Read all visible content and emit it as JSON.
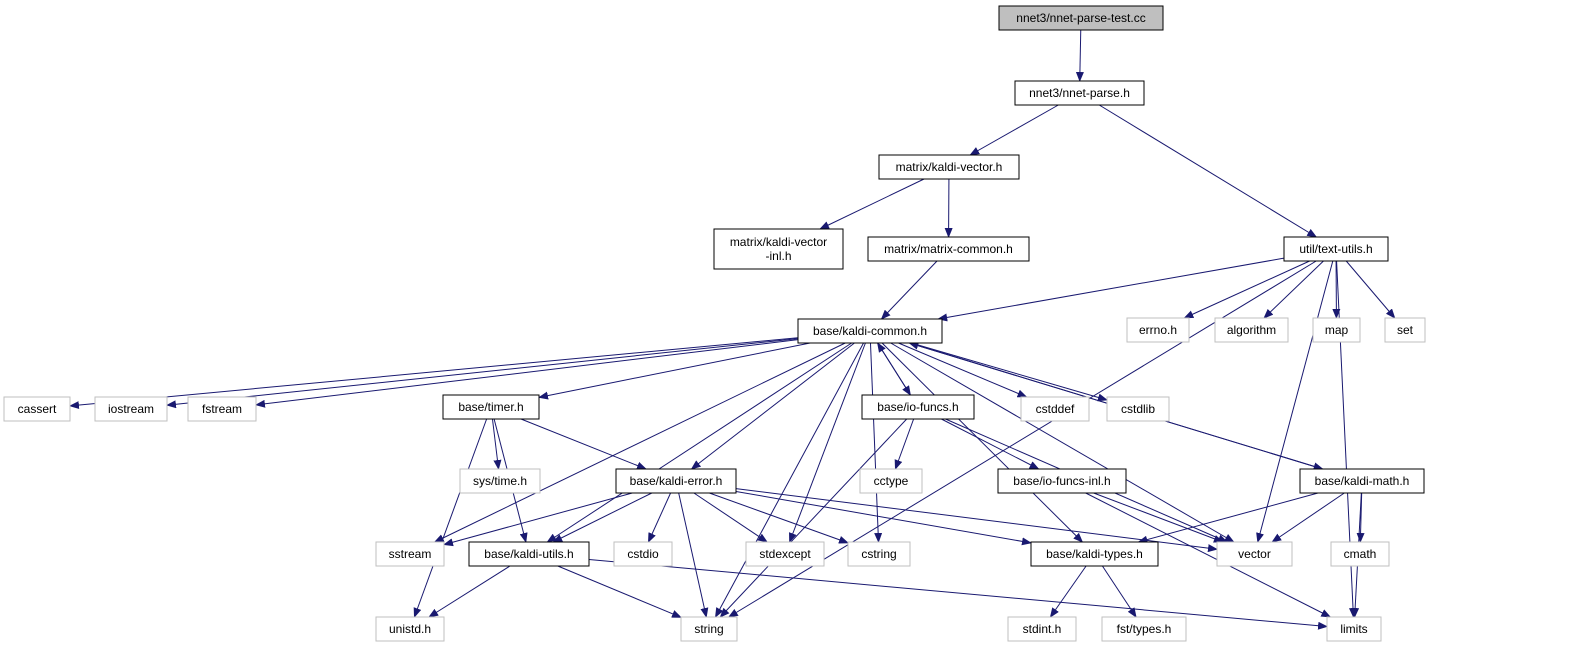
{
  "graph": {
    "edge_color": "#191970",
    "root_fill": "#bfbfbf",
    "internal_stroke": "#000000",
    "external_stroke": "#bfbfbf",
    "nodes": [
      {
        "id": "root",
        "lines": [
          "nnet3/nnet-parse-test.cc"
        ],
        "kind": "root"
      },
      {
        "id": "nnet_parse",
        "lines": [
          "nnet3/nnet-parse.h"
        ],
        "kind": "internal"
      },
      {
        "id": "kaldi_vector",
        "lines": [
          "matrix/kaldi-vector.h"
        ],
        "kind": "internal"
      },
      {
        "id": "text_utils",
        "lines": [
          "util/text-utils.h"
        ],
        "kind": "internal"
      },
      {
        "id": "kaldi_vector_inl",
        "lines": [
          "matrix/kaldi-vector",
          "-inl.h"
        ],
        "kind": "internal"
      },
      {
        "id": "matrix_common",
        "lines": [
          "matrix/matrix-common.h"
        ],
        "kind": "internal"
      },
      {
        "id": "kaldi_common",
        "lines": [
          "base/kaldi-common.h"
        ],
        "kind": "internal"
      },
      {
        "id": "errno",
        "lines": [
          "errno.h"
        ],
        "kind": "external"
      },
      {
        "id": "algorithm",
        "lines": [
          "algorithm"
        ],
        "kind": "external"
      },
      {
        "id": "map",
        "lines": [
          "map"
        ],
        "kind": "external"
      },
      {
        "id": "set",
        "lines": [
          "set"
        ],
        "kind": "external"
      },
      {
        "id": "cassert",
        "lines": [
          "cassert"
        ],
        "kind": "external"
      },
      {
        "id": "iostream",
        "lines": [
          "iostream"
        ],
        "kind": "external"
      },
      {
        "id": "fstream",
        "lines": [
          "fstream"
        ],
        "kind": "external"
      },
      {
        "id": "timer",
        "lines": [
          "base/timer.h"
        ],
        "kind": "internal"
      },
      {
        "id": "io_funcs",
        "lines": [
          "base/io-funcs.h"
        ],
        "kind": "internal"
      },
      {
        "id": "cstddef",
        "lines": [
          "cstddef"
        ],
        "kind": "external"
      },
      {
        "id": "cstdlib",
        "lines": [
          "cstdlib"
        ],
        "kind": "external"
      },
      {
        "id": "systime",
        "lines": [
          "sys/time.h"
        ],
        "kind": "external"
      },
      {
        "id": "kaldi_error",
        "lines": [
          "base/kaldi-error.h"
        ],
        "kind": "internal"
      },
      {
        "id": "cctype",
        "lines": [
          "cctype"
        ],
        "kind": "external"
      },
      {
        "id": "io_funcs_inl",
        "lines": [
          "base/io-funcs-inl.h"
        ],
        "kind": "internal"
      },
      {
        "id": "kaldi_math",
        "lines": [
          "base/kaldi-math.h"
        ],
        "kind": "internal"
      },
      {
        "id": "sstream",
        "lines": [
          "sstream"
        ],
        "kind": "external"
      },
      {
        "id": "kaldi_utils",
        "lines": [
          "base/kaldi-utils.h"
        ],
        "kind": "internal"
      },
      {
        "id": "cstdio",
        "lines": [
          "cstdio"
        ],
        "kind": "external"
      },
      {
        "id": "stdexcept",
        "lines": [
          "stdexcept"
        ],
        "kind": "external"
      },
      {
        "id": "cstring",
        "lines": [
          "cstring"
        ],
        "kind": "external"
      },
      {
        "id": "vector",
        "lines": [
          "vector"
        ],
        "kind": "external"
      },
      {
        "id": "kaldi_types",
        "lines": [
          "base/kaldi-types.h"
        ],
        "kind": "internal"
      },
      {
        "id": "cmath",
        "lines": [
          "cmath"
        ],
        "kind": "external"
      },
      {
        "id": "unistd",
        "lines": [
          "unistd.h"
        ],
        "kind": "external"
      },
      {
        "id": "string",
        "lines": [
          "string"
        ],
        "kind": "external"
      },
      {
        "id": "stdint",
        "lines": [
          "stdint.h"
        ],
        "kind": "external"
      },
      {
        "id": "fst_types",
        "lines": [
          "fst/types.h"
        ],
        "kind": "external"
      },
      {
        "id": "limits",
        "lines": [
          "limits"
        ],
        "kind": "external"
      }
    ],
    "edges": [
      [
        "root",
        "nnet_parse"
      ],
      [
        "nnet_parse",
        "kaldi_vector"
      ],
      [
        "nnet_parse",
        "text_utils"
      ],
      [
        "kaldi_vector",
        "kaldi_vector_inl"
      ],
      [
        "kaldi_vector",
        "matrix_common"
      ],
      [
        "matrix_common",
        "kaldi_common"
      ],
      [
        "text_utils",
        "kaldi_common"
      ],
      [
        "text_utils",
        "errno"
      ],
      [
        "text_utils",
        "algorithm"
      ],
      [
        "text_utils",
        "map"
      ],
      [
        "text_utils",
        "set"
      ],
      [
        "text_utils",
        "vector"
      ],
      [
        "text_utils",
        "string"
      ],
      [
        "text_utils",
        "limits"
      ],
      [
        "kaldi_common",
        "cassert"
      ],
      [
        "kaldi_common",
        "iostream"
      ],
      [
        "kaldi_common",
        "fstream"
      ],
      [
        "kaldi_common",
        "timer"
      ],
      [
        "kaldi_common",
        "io_funcs"
      ],
      [
        "kaldi_common",
        "cstddef"
      ],
      [
        "kaldi_common",
        "cstdlib"
      ],
      [
        "kaldi_common",
        "kaldi_error"
      ],
      [
        "kaldi_common",
        "kaldi_utils"
      ],
      [
        "kaldi_common",
        "kaldi_math"
      ],
      [
        "kaldi_common",
        "sstream"
      ],
      [
        "kaldi_common",
        "stdexcept"
      ],
      [
        "kaldi_common",
        "cstring"
      ],
      [
        "kaldi_common",
        "vector"
      ],
      [
        "kaldi_common",
        "kaldi_types"
      ],
      [
        "kaldi_common",
        "string"
      ],
      [
        "timer",
        "systime"
      ],
      [
        "timer",
        "kaldi_error"
      ],
      [
        "timer",
        "kaldi_utils"
      ],
      [
        "timer",
        "unistd"
      ],
      [
        "io_funcs",
        "kaldi_common"
      ],
      [
        "io_funcs",
        "cctype"
      ],
      [
        "io_funcs",
        "io_funcs_inl"
      ],
      [
        "io_funcs",
        "vector"
      ],
      [
        "io_funcs",
        "string"
      ],
      [
        "io_funcs_inl",
        "vector"
      ],
      [
        "io_funcs_inl",
        "limits"
      ],
      [
        "kaldi_math",
        "kaldi_common"
      ],
      [
        "kaldi_math",
        "kaldi_types"
      ],
      [
        "kaldi_math",
        "vector"
      ],
      [
        "kaldi_math",
        "cmath"
      ],
      [
        "kaldi_math",
        "limits"
      ],
      [
        "kaldi_error",
        "sstream"
      ],
      [
        "kaldi_error",
        "kaldi_utils"
      ],
      [
        "kaldi_error",
        "cstdio"
      ],
      [
        "kaldi_error",
        "stdexcept"
      ],
      [
        "kaldi_error",
        "cstring"
      ],
      [
        "kaldi_error",
        "vector"
      ],
      [
        "kaldi_error",
        "kaldi_types"
      ],
      [
        "kaldi_error",
        "string"
      ],
      [
        "kaldi_utils",
        "unistd"
      ],
      [
        "kaldi_utils",
        "string"
      ],
      [
        "kaldi_utils",
        "limits"
      ],
      [
        "kaldi_types",
        "stdint"
      ],
      [
        "kaldi_types",
        "fst_types"
      ]
    ]
  }
}
